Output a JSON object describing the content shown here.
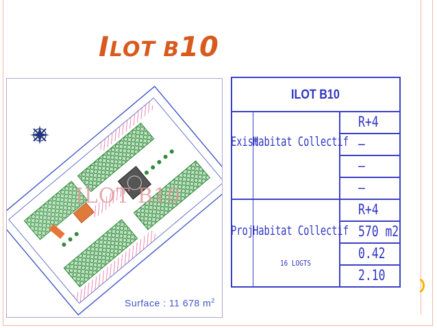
{
  "slide": {
    "title_initial": "I",
    "title_rest": "LOT B",
    "title_number": "10"
  },
  "plan": {
    "watermark": "ILOT B10",
    "surface_prefix": "Surface : 11 678 m",
    "surface_unit_exp": "2"
  },
  "table": {
    "header": "ILOT B10",
    "rows": [
      {
        "group": "Exist",
        "type": "Habitat Collectif",
        "note": "",
        "values": [
          "R+4",
          "–",
          "–",
          "–"
        ]
      },
      {
        "group": "Proj",
        "type": "Habitat Collectif",
        "note": "16 LOGTS",
        "values": [
          "R+4",
          "570 m2",
          "0.42",
          "2.10"
        ]
      }
    ]
  },
  "colors": {
    "title": "#d85a1e",
    "table_ink": "#2f34c4",
    "plan_green": "#2f8a3a",
    "plan_outline": "#3f54c8",
    "hatch_pink": "#e26aa0",
    "frame": "#f0b7a4"
  }
}
